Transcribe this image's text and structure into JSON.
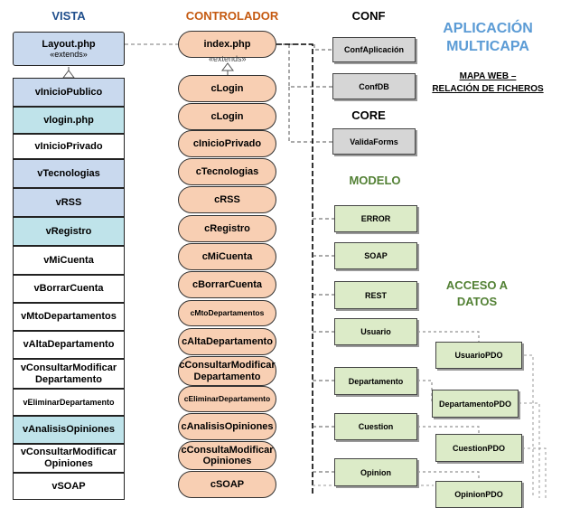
{
  "headers": {
    "vista": "VISTA",
    "controlador": "CONTROLADOR",
    "conf": "CONF",
    "core": "CORE",
    "modelo": "MODELO",
    "acceso_datos": "ACCESO A DATOS"
  },
  "title": {
    "line1": "APLICACIÓN",
    "line2": "MULTICAPA",
    "sub1": "MAPA WEB –",
    "sub2": "RELACIÓN DE FICHEROS"
  },
  "vista": {
    "layout": "Layout.php",
    "extends": "«extends»",
    "items": [
      "vInicioPublico",
      "vlogin.php",
      "vInicioPrivado",
      "vTecnologias",
      "vRSS",
      "vRegistro",
      "vMiCuenta",
      "vBorrarCuenta",
      "vMtoDepartamentos",
      "vAltaDepartamento",
      "vConsultarModificar Departamento",
      "vEliminarDepartamento",
      "vAnalisisOpiniones",
      "vConsultarModificar Opiniones",
      "vSOAP"
    ]
  },
  "controlador": {
    "index": "index.php",
    "extends": "«extends»",
    "items": [
      "cLogin",
      "cLogin",
      "cInicioPrivado",
      "cTecnologias",
      "cRSS",
      "cRegistro",
      "cMiCuenta",
      "cBorrarCuenta",
      "cMtoDepartamentos",
      "cAltaDepartamento",
      "cConsultarModificar Departamento",
      "cEliminarDepartamento",
      "cAnalisisOpiniones",
      "cConsultaModificar Opiniones",
      "cSOAP"
    ]
  },
  "conf": {
    "items": [
      "ConfAplicación",
      "ConfDB"
    ]
  },
  "core": {
    "items": [
      "ValidaForms"
    ]
  },
  "modelo": {
    "items": [
      "ERROR",
      "SOAP",
      "REST",
      "Usuario",
      "Departamento",
      "Cuestion",
      "Opinion"
    ]
  },
  "acceso": {
    "items": [
      "UsuarioPDO",
      "DepartamentoPDO",
      "CuestionPDO",
      "OpinionPDO"
    ]
  },
  "colors": {
    "vista_blue": "#c9d9ee",
    "vista_teal": "#bfe3ea",
    "controller": "#f8cfb3",
    "conf": "#d6d6d6",
    "model": "#dcebc8",
    "header_blue": "#1f4e8c",
    "header_orange": "#c55a11",
    "header_green": "#538135",
    "title_blue": "#5b9bd5"
  }
}
